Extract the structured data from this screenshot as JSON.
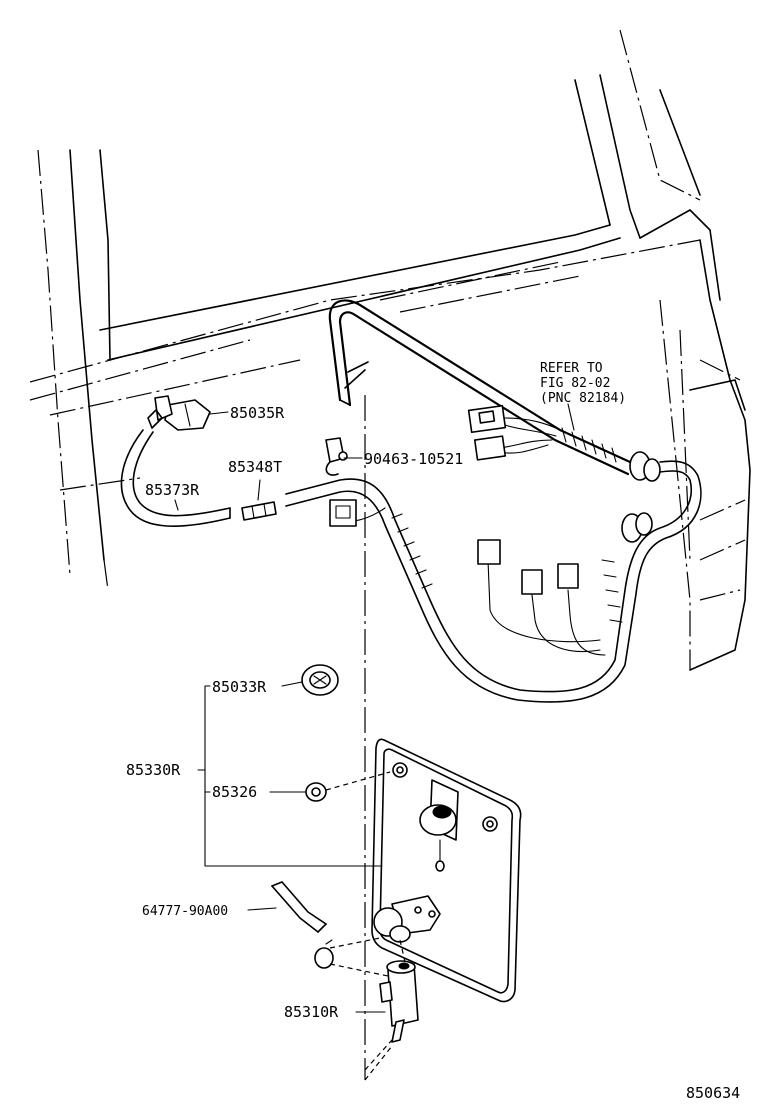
{
  "labels": {
    "refer_line1": "REFER TO",
    "refer_line2": "FIG 82-02",
    "refer_line3": "(PNC 82184)",
    "p85035R": "85035R",
    "p85348T": "85348T",
    "p90463": "90463-10521",
    "p85373R": "85373R",
    "p85033R": "85033R",
    "p85330R": "85330R",
    "p85326": "85326",
    "p64777": "64777-90A00",
    "p85310R": "85310R",
    "figure_number": "850634"
  }
}
